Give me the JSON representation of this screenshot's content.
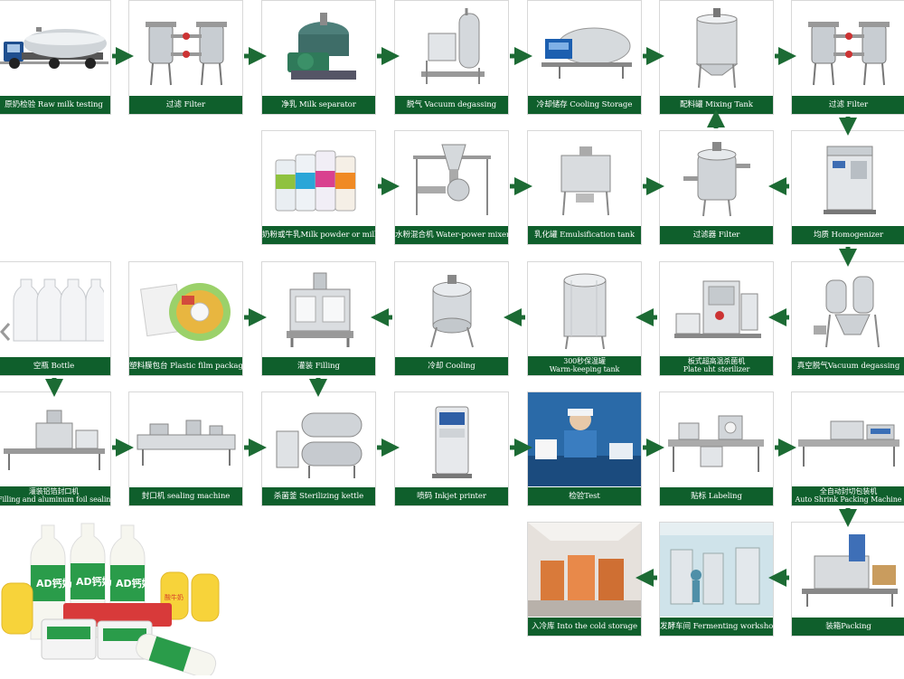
{
  "colors": {
    "caption_bg": "#0f5f2c",
    "arrow": "#1c6b34",
    "border": "#d8d8d8"
  },
  "steps": [
    {
      "label": "原奶检验 Raw milk testing",
      "icon": "tanker-truck-icon"
    },
    {
      "label": "过滤 Filter",
      "icon": "twin-filter-icon"
    },
    {
      "label": "净乳 Milk separator",
      "icon": "centrifugal-separator-icon"
    },
    {
      "label": "脱气 Vacuum degassing",
      "icon": "vacuum-degasser-icon"
    },
    {
      "label": "冷却储存 Cooling Storage",
      "icon": "cooling-tank-icon"
    },
    {
      "label": "配料罐 Mixing Tank",
      "icon": "mixing-tank-icon"
    },
    {
      "label": "过滤 Filter",
      "icon": "twin-filter-icon"
    },
    {
      "label": "奶粉或牛乳Milk powder or milk",
      "icon": "milk-powder-cans-icon"
    },
    {
      "label": "水粉混合机 Water-power mixer",
      "icon": "powder-mixer-icon"
    },
    {
      "label": "乳化罐 Emulsification tank",
      "icon": "emulsification-tank-icon"
    },
    {
      "label": "过滤器 Filter",
      "icon": "pressure-filter-icon"
    },
    {
      "label": "均质 Homogenizer",
      "icon": "homogenizer-icon"
    },
    {
      "label": "空瓶 Bottle",
      "icon": "empty-bottles-icon"
    },
    {
      "label": "塑料膜包台 Plastic film packaging table",
      "icon": "film-roll-icon"
    },
    {
      "label": "灌装 Filling",
      "icon": "filling-machine-icon"
    },
    {
      "label": "冷却 Cooling",
      "icon": "cooling-tank-icon"
    },
    {
      "label": "300秒保温罐",
      "label2": "Warm-keeping tank",
      "icon": "warm-keeping-tank-icon"
    },
    {
      "label": "板式超高温杀菌机",
      "label2": "Plate uht sterilizer",
      "icon": "plate-sterilizer-icon"
    },
    {
      "label": "真空脱气Vacuum degassing",
      "icon": "vacuum-degasser-icon"
    },
    {
      "label": "灌装铝箔封口机",
      "label2": "Filling and aluminum foil sealing machine",
      "icon": "foil-sealing-line-icon"
    },
    {
      "label": "封口机 sealing machine",
      "icon": "sealing-machine-icon"
    },
    {
      "label": "杀菌釜 Sterilizing kettle",
      "icon": "sterilizing-kettle-icon"
    },
    {
      "label": "喷码 Inkjet printer",
      "icon": "inkjet-printer-icon"
    },
    {
      "label": "检验Test",
      "icon": "inspection-workers-icon"
    },
    {
      "label": "贴标 Labeling",
      "icon": "labeling-machine-icon"
    },
    {
      "label": "全自动封切包装机",
      "label2": "Auto Shrink Packing Machine",
      "icon": "shrink-packing-machine-icon"
    },
    {
      "label": "入冷库 Into the cold storage",
      "icon": "cold-storage-room-icon"
    },
    {
      "label": "发酵车间 Fermenting workshop",
      "icon": "fermenting-workshop-icon"
    },
    {
      "label": "装箱Packing",
      "icon": "case-packer-icon"
    }
  ],
  "products": {
    "icon": "dairy-products-icon",
    "bottle_text": "AD钙奶",
    "cup_text": "酸牛奶"
  }
}
